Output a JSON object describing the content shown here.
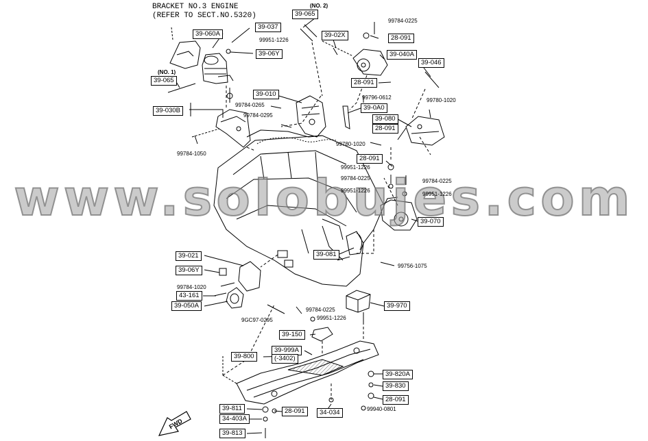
{
  "header": {
    "line1": "BRACKET NO.3 ENGINE",
    "line2": "(REFER TO SECT.NO.5320)"
  },
  "watermark": "www.solobujes.com",
  "direction_label": "FWD",
  "markers": {
    "no1": "(NO. 1)",
    "no2": "(NO. 2)"
  },
  "callouts": [
    {
      "id": "c01",
      "text": "39-065"
    },
    {
      "id": "c02",
      "text": "39-02X"
    },
    {
      "id": "c03",
      "text": "28-091"
    },
    {
      "id": "c04",
      "text": "39-040A"
    },
    {
      "id": "c05",
      "text": "39-037"
    },
    {
      "id": "c06",
      "text": "39-060A"
    },
    {
      "id": "c07",
      "text": "39-06Y"
    },
    {
      "id": "c08",
      "text": "39-065"
    },
    {
      "id": "c09",
      "text": "28-091"
    },
    {
      "id": "c10",
      "text": "39-046"
    },
    {
      "id": "c11",
      "text": "39-010"
    },
    {
      "id": "c12",
      "text": "39-0A0"
    },
    {
      "id": "c13",
      "text": "39-030B"
    },
    {
      "id": "c14",
      "text": "39-080"
    },
    {
      "id": "c15",
      "text": "28-091"
    },
    {
      "id": "c16",
      "text": "28-091"
    },
    {
      "id": "c17",
      "text": "39-070"
    },
    {
      "id": "c18",
      "text": "39-021"
    },
    {
      "id": "c19",
      "text": "39-081"
    },
    {
      "id": "c20",
      "text": "39-06Y"
    },
    {
      "id": "c21",
      "text": "43-161"
    },
    {
      "id": "c22",
      "text": "39-050A"
    },
    {
      "id": "c23",
      "text": "39-970"
    },
    {
      "id": "c24",
      "text": "39-150"
    },
    {
      "id": "c25",
      "text": "39-999A"
    },
    {
      "id": "c26",
      "text": "(-3402)"
    },
    {
      "id": "c27",
      "text": "39-800"
    },
    {
      "id": "c28",
      "text": "39-820A"
    },
    {
      "id": "c29",
      "text": "39-830"
    },
    {
      "id": "c30",
      "text": "28-091"
    },
    {
      "id": "c31",
      "text": "39-811"
    },
    {
      "id": "c32",
      "text": "28-091"
    },
    {
      "id": "c33",
      "text": "34-034"
    },
    {
      "id": "c34",
      "text": "34-403A"
    },
    {
      "id": "c35",
      "text": "39-813"
    }
  ],
  "part_numbers": [
    {
      "id": "p01",
      "text": "99784-0225"
    },
    {
      "id": "p02",
      "text": "99951-1226"
    },
    {
      "id": "p03",
      "text": "99784-0265"
    },
    {
      "id": "p04",
      "text": "99796-0612"
    },
    {
      "id": "p05",
      "text": "99780-1020"
    },
    {
      "id": "p06",
      "text": "99784-0295"
    },
    {
      "id": "p07",
      "text": "99784-1050"
    },
    {
      "id": "p08",
      "text": "99780-1020"
    },
    {
      "id": "p09",
      "text": "99951-1226"
    },
    {
      "id": "p10",
      "text": "99784-0225"
    },
    {
      "id": "p11",
      "text": "99784-0225"
    },
    {
      "id": "p12",
      "text": "99951-1226"
    },
    {
      "id": "p13",
      "text": "99951-1226"
    },
    {
      "id": "p14",
      "text": "99756-1075"
    },
    {
      "id": "p15",
      "text": "99784-1020"
    },
    {
      "id": "p16",
      "text": "99784-0225"
    },
    {
      "id": "p17",
      "text": "99951-1226"
    },
    {
      "id": "p18",
      "text": "9GC97-0295"
    },
    {
      "id": "p19",
      "text": "99940-0801"
    }
  ]
}
